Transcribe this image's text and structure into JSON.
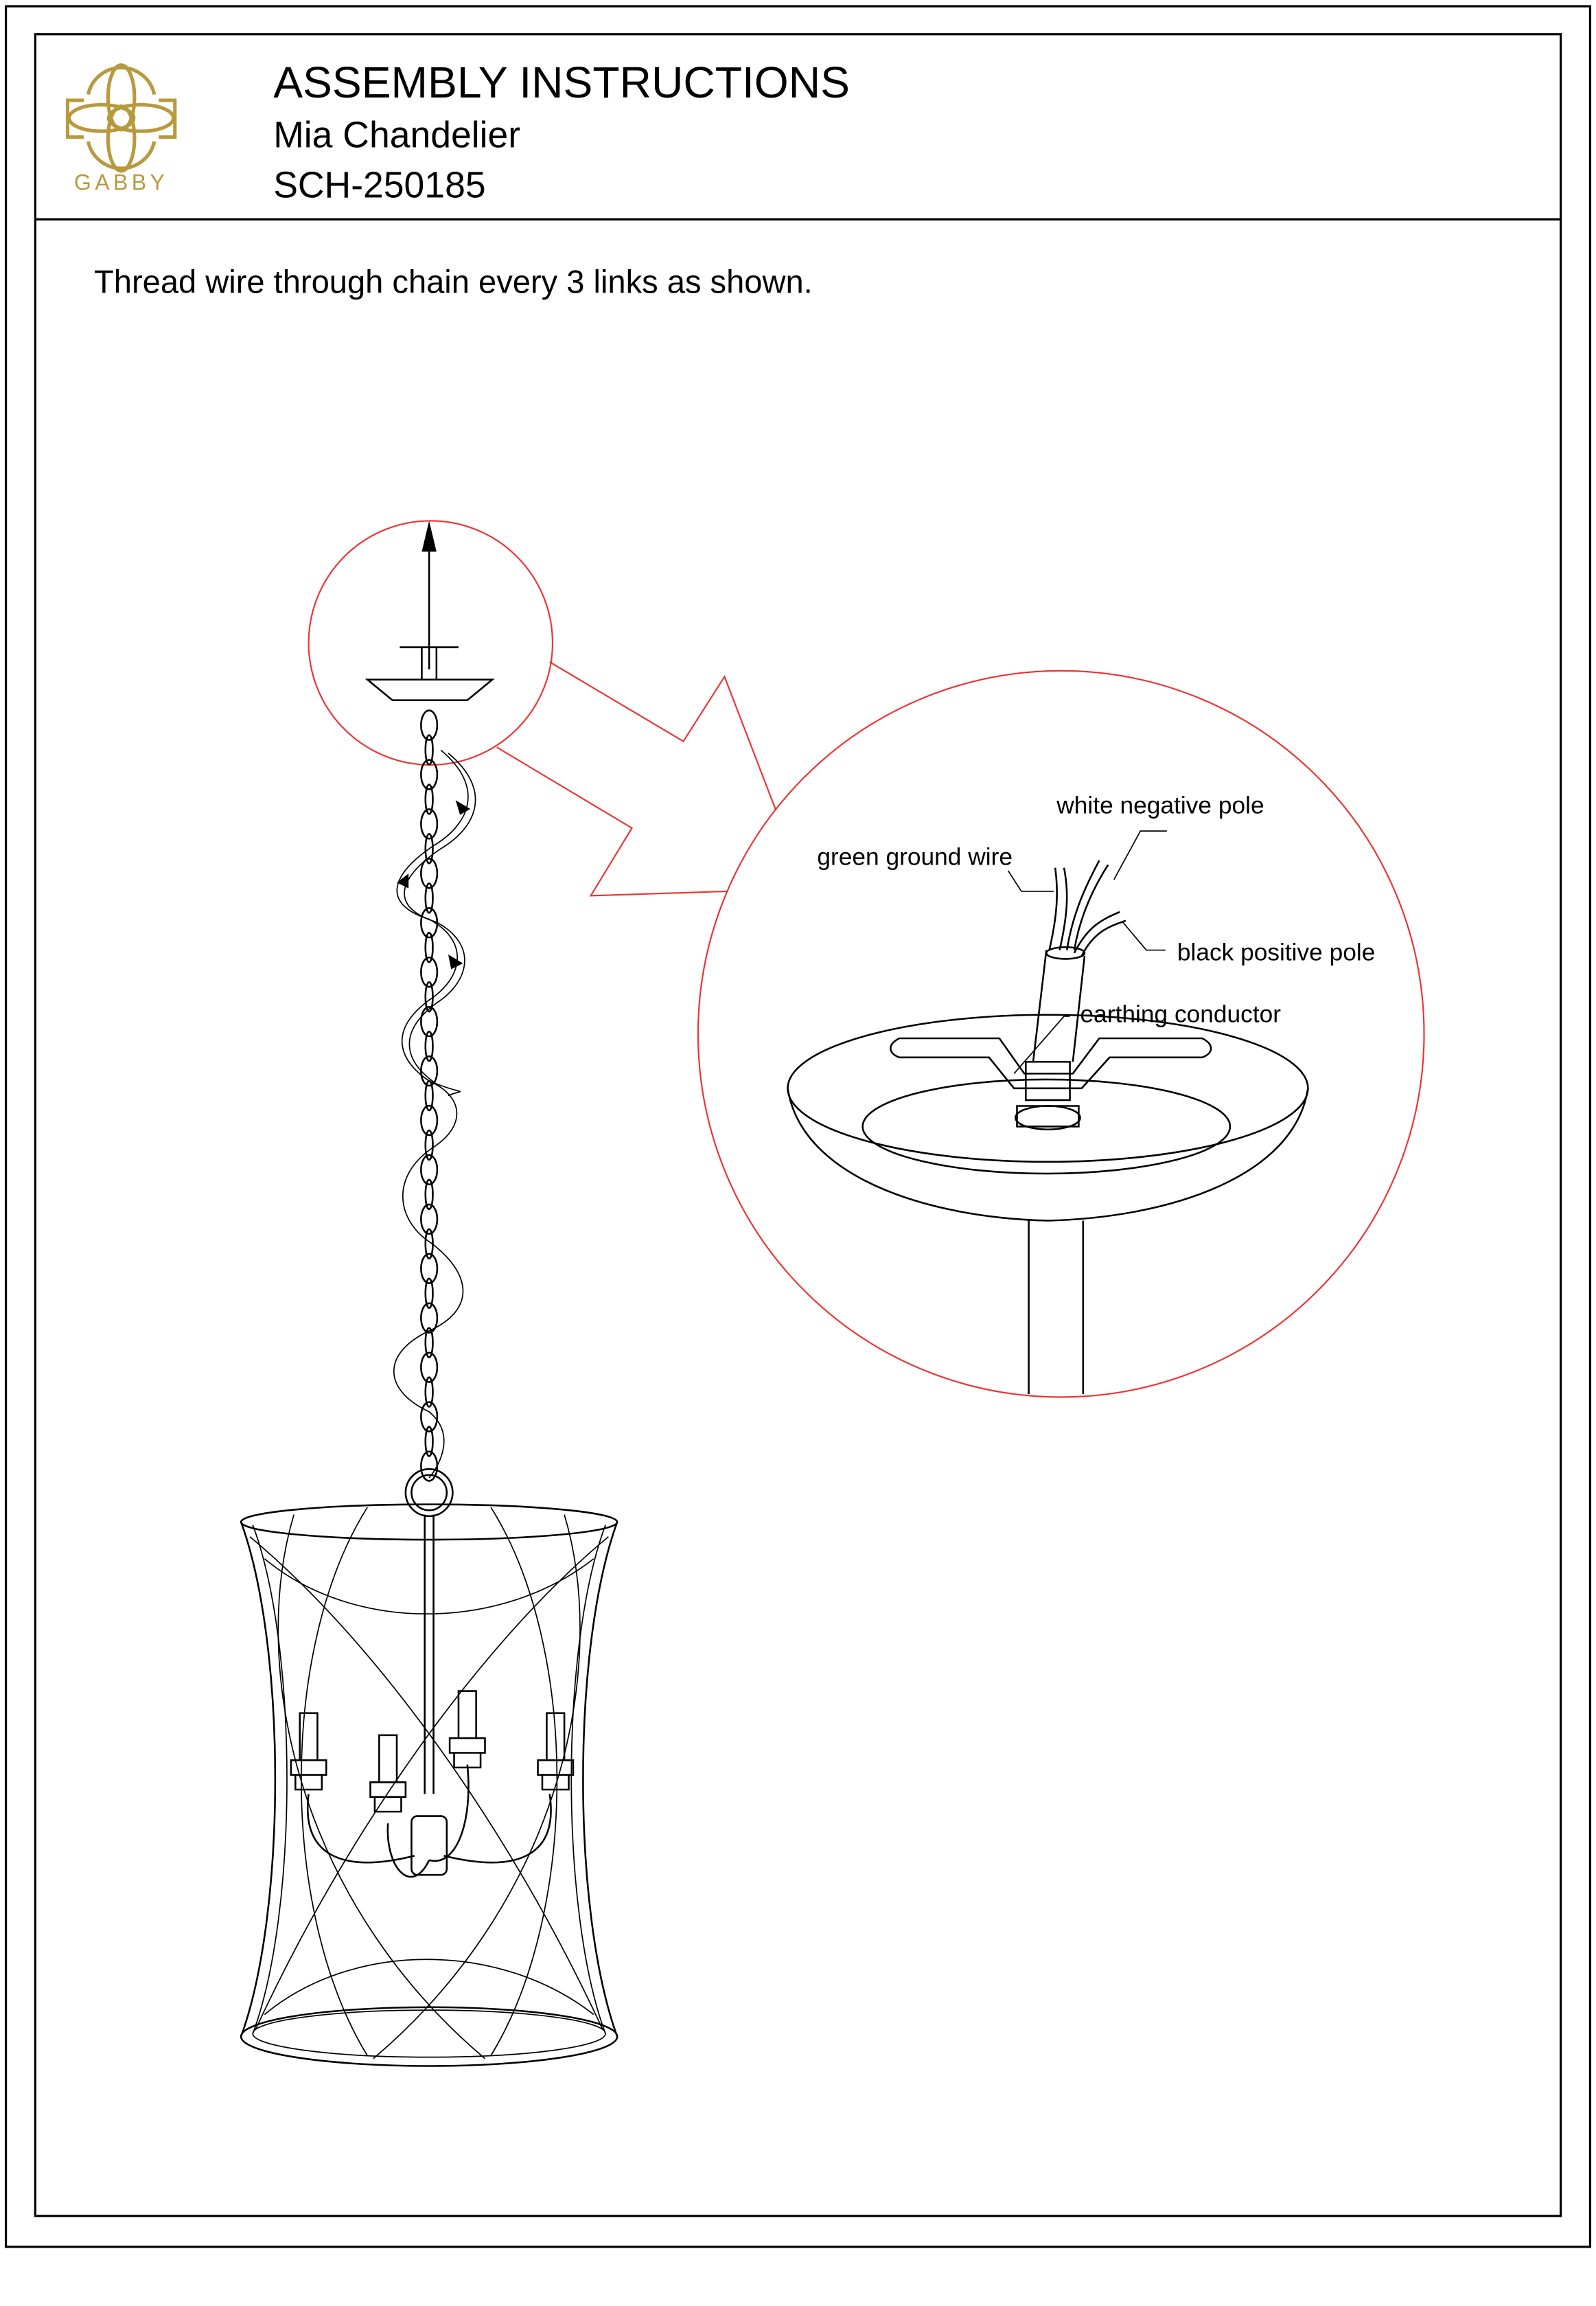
{
  "header": {
    "logo_text": "GABBY",
    "title": "ASSEMBLY INSTRUCTIONS",
    "product_name": "Mia Chandelier",
    "sku": "SCH-250185"
  },
  "instruction": "Thread wire through chain every 3 links as shown.",
  "detail_labels": {
    "white": "white negative pole",
    "green": "green ground wire",
    "black": "black positive pole",
    "earth": "earthing conductor"
  },
  "colors": {
    "logo_gold": "#B89A3E",
    "callout_red": "#F03030",
    "ink": "#000000"
  }
}
